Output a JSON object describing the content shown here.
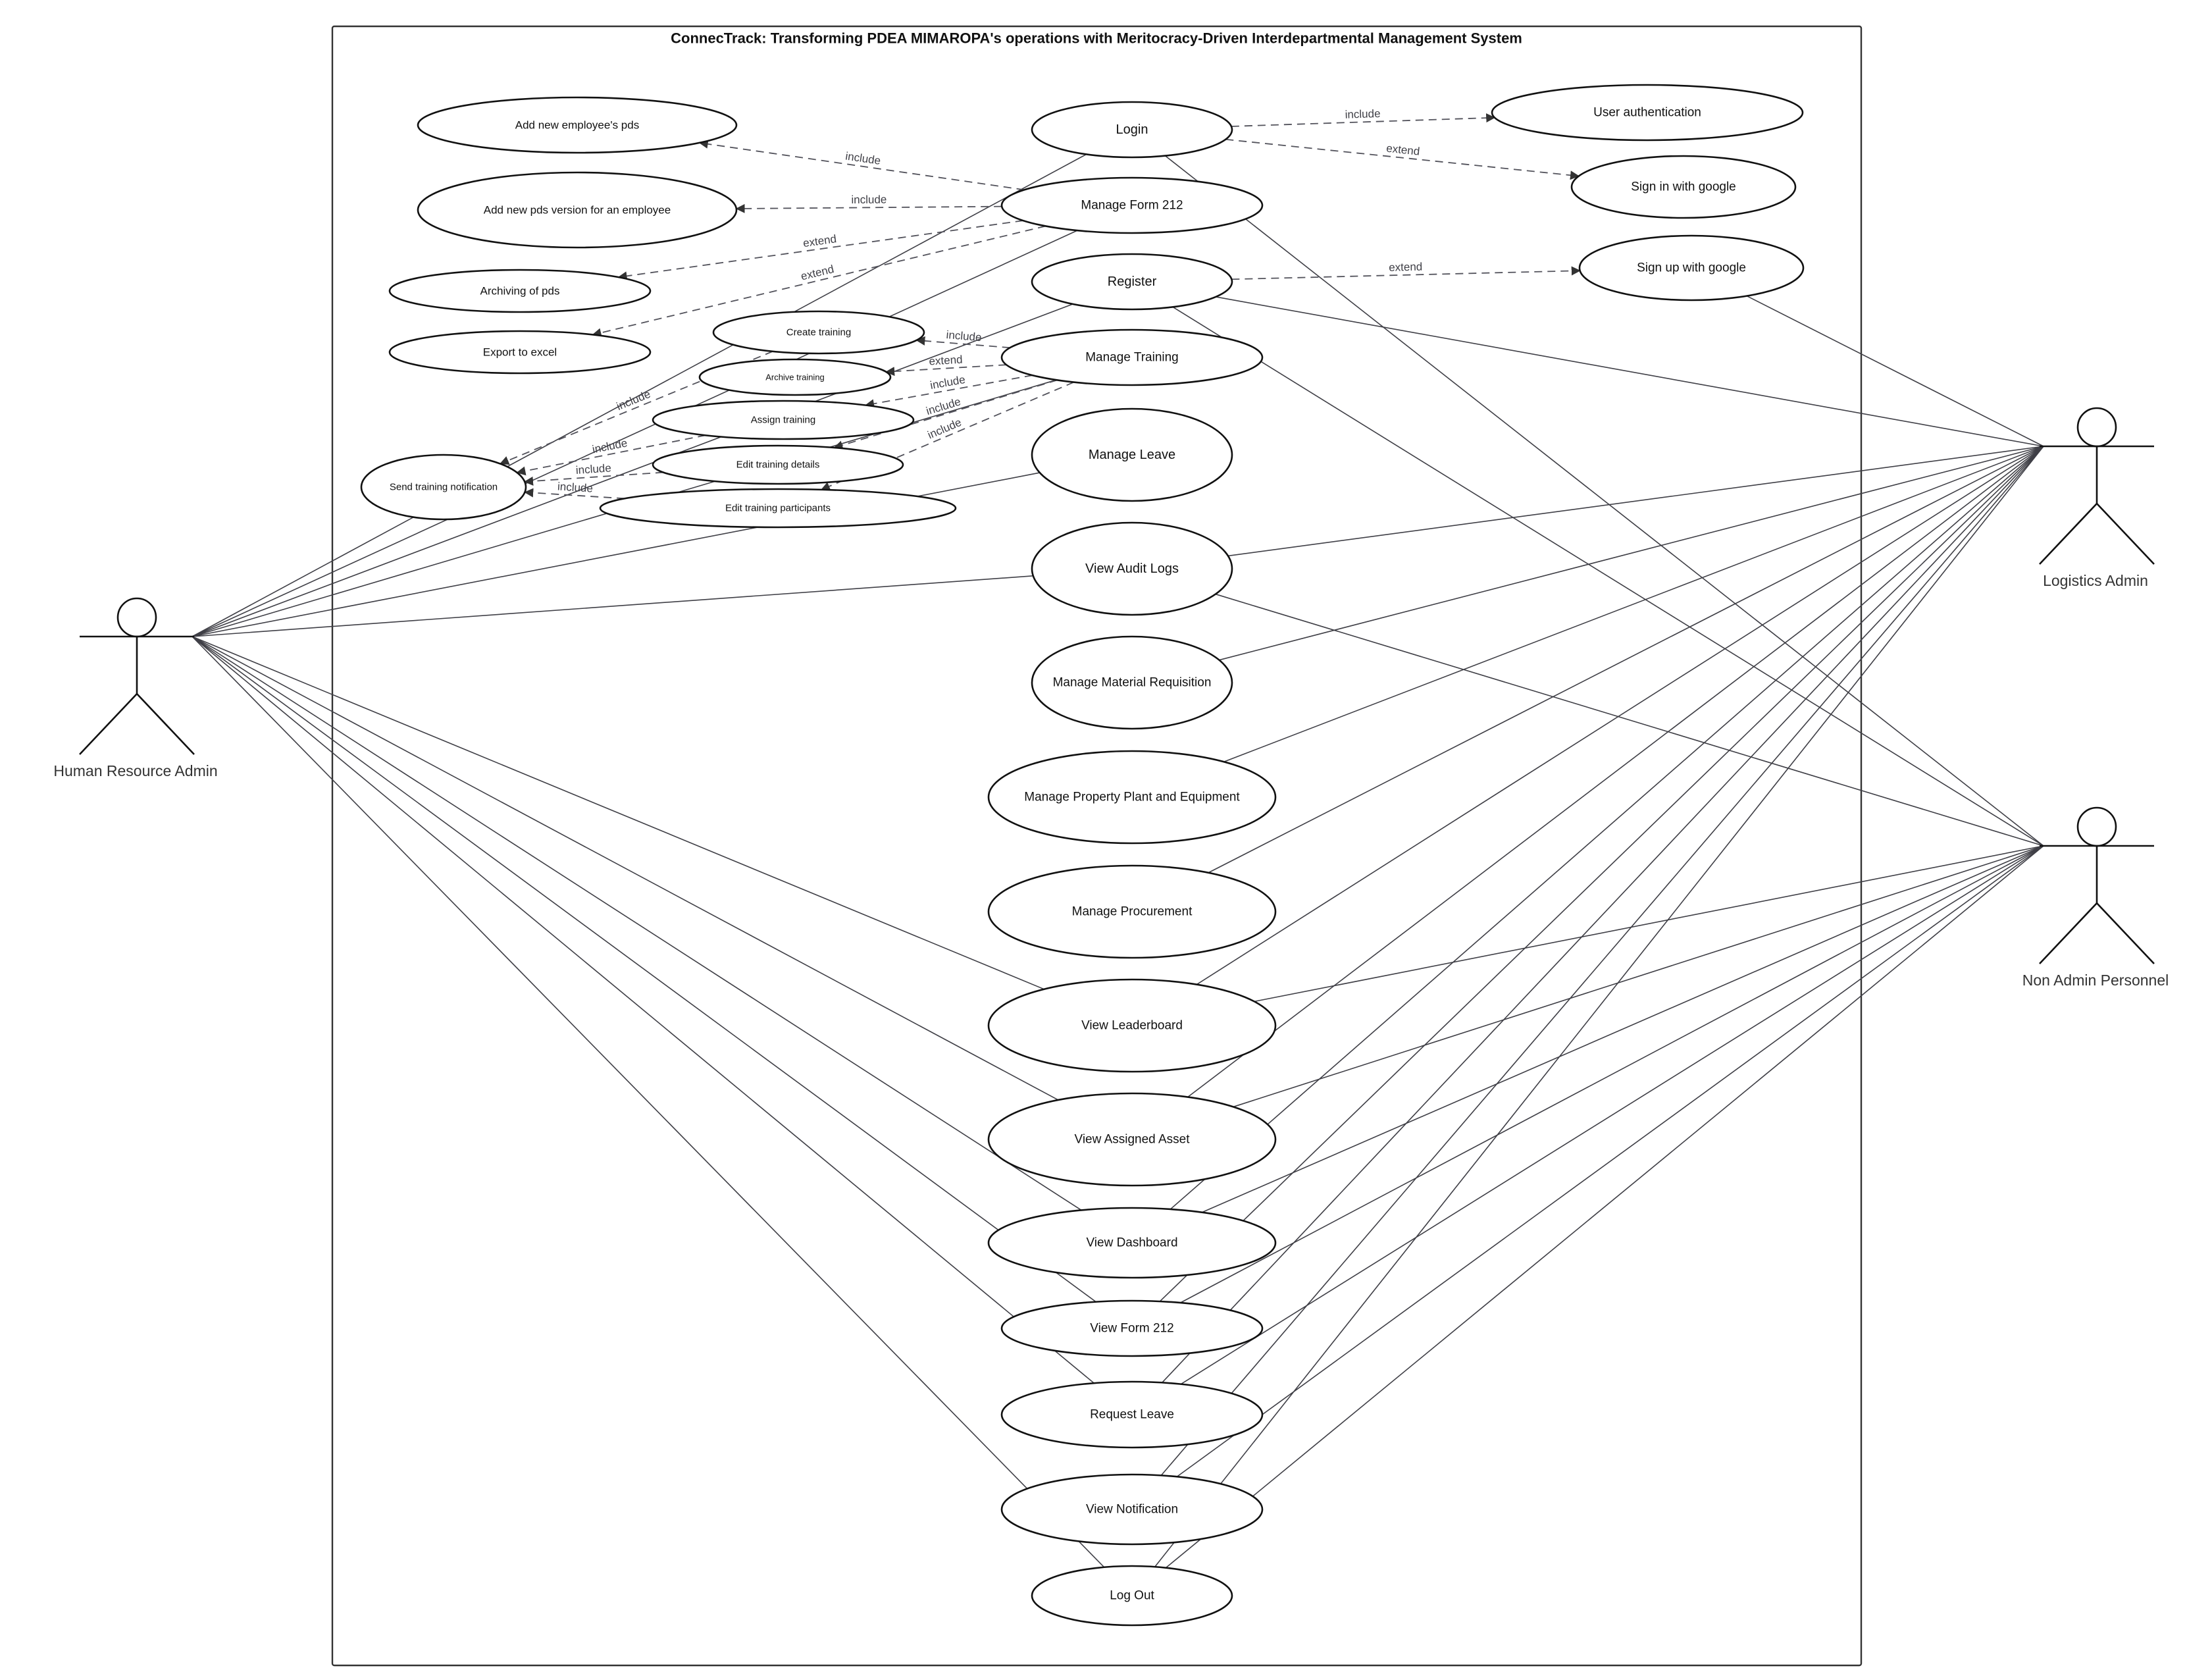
{
  "system": {
    "title": "ConnecTrack: Transforming PDEA MIMAROPA's operations with Meritocracy-Driven Interdepartmental Management System"
  },
  "actors": [
    {
      "id": "hr",
      "label": "Human Resource Admin"
    },
    {
      "id": "log",
      "label": "Logistics Admin"
    },
    {
      "id": "nap",
      "label": "Non Admin Personnel"
    }
  ],
  "use_cases": [
    {
      "id": "login",
      "label": "Login"
    },
    {
      "id": "mf212",
      "label": "Manage Form 212"
    },
    {
      "id": "register",
      "label": "Register"
    },
    {
      "id": "mtraining",
      "label": "Manage Training"
    },
    {
      "id": "mleave",
      "label": "Manage Leave"
    },
    {
      "id": "audit",
      "label": "View Audit Logs"
    },
    {
      "id": "mmr",
      "label": "Manage Material Requisition"
    },
    {
      "id": "mppe",
      "label": "Manage Property Plant and Equipment"
    },
    {
      "id": "mproc",
      "label": "Manage Procurement"
    },
    {
      "id": "leader",
      "label": "View Leaderboard"
    },
    {
      "id": "asset",
      "label": "View Assigned Asset"
    },
    {
      "id": "dash",
      "label": "View Dashboard"
    },
    {
      "id": "vf212",
      "label": "View Form 212"
    },
    {
      "id": "rleave",
      "label": "Request Leave"
    },
    {
      "id": "notif",
      "label": "View Notification"
    },
    {
      "id": "logout",
      "label": "Log Out"
    },
    {
      "id": "userauth",
      "label": "User authentication"
    },
    {
      "id": "signin",
      "label": "Sign in with google"
    },
    {
      "id": "signup",
      "label": "Sign up with google"
    },
    {
      "id": "addpds",
      "label": "Add new employee's pds"
    },
    {
      "id": "addver",
      "label": "Add new pds version for an employee"
    },
    {
      "id": "archpds",
      "label": "Archiving of pds"
    },
    {
      "id": "export",
      "label": "Export to excel"
    },
    {
      "id": "sendnotif",
      "label": "Send training notification"
    },
    {
      "id": "create",
      "label": "Create training"
    },
    {
      "id": "archtr",
      "label": "Archive training"
    },
    {
      "id": "assign",
      "label": "Assign training"
    },
    {
      "id": "editdet",
      "label": "Edit training details"
    },
    {
      "id": "editpart",
      "label": "Edit training participants"
    }
  ],
  "associations": [
    [
      "hr",
      "login"
    ],
    [
      "hr",
      "mf212"
    ],
    [
      "hr",
      "register"
    ],
    [
      "hr",
      "mtraining"
    ],
    [
      "hr",
      "mleave"
    ],
    [
      "hr",
      "audit"
    ],
    [
      "hr",
      "leader"
    ],
    [
      "hr",
      "asset"
    ],
    [
      "hr",
      "dash"
    ],
    [
      "hr",
      "vf212"
    ],
    [
      "hr",
      "rleave"
    ],
    [
      "hr",
      "logout"
    ],
    [
      "log",
      "register"
    ],
    [
      "log",
      "signup"
    ],
    [
      "log",
      "audit"
    ],
    [
      "log",
      "mmr"
    ],
    [
      "log",
      "mppe"
    ],
    [
      "log",
      "mproc"
    ],
    [
      "log",
      "leader"
    ],
    [
      "log",
      "asset"
    ],
    [
      "log",
      "dash"
    ],
    [
      "log",
      "vf212"
    ],
    [
      "log",
      "rleave"
    ],
    [
      "log",
      "notif"
    ],
    [
      "log",
      "logout"
    ],
    [
      "nap",
      "login"
    ],
    [
      "nap",
      "register"
    ],
    [
      "nap",
      "audit"
    ],
    [
      "nap",
      "leader"
    ],
    [
      "nap",
      "asset"
    ],
    [
      "nap",
      "dash"
    ],
    [
      "nap",
      "vf212"
    ],
    [
      "nap",
      "rleave"
    ],
    [
      "nap",
      "notif"
    ],
    [
      "nap",
      "logout"
    ]
  ],
  "dependencies": [
    {
      "from": "login",
      "to": "userauth",
      "label": "include"
    },
    {
      "from": "login",
      "to": "signin",
      "label": "extend"
    },
    {
      "from": "register",
      "to": "signup",
      "label": "extend"
    },
    {
      "from": "mf212",
      "to": "addpds",
      "label": "include"
    },
    {
      "from": "mf212",
      "to": "addver",
      "label": "include"
    },
    {
      "from": "mf212",
      "to": "archpds",
      "label": "extend"
    },
    {
      "from": "mf212",
      "to": "export",
      "label": "extend"
    },
    {
      "from": "mtraining",
      "to": "create",
      "label": "include"
    },
    {
      "from": "mtraining",
      "to": "archtr",
      "label": "extend"
    },
    {
      "from": "mtraining",
      "to": "assign",
      "label": "include"
    },
    {
      "from": "mtraining",
      "to": "editdet",
      "label": "include"
    },
    {
      "from": "mtraining",
      "to": "editpart",
      "label": "include"
    },
    {
      "from": "create",
      "to": "sendnotif",
      "label": "include"
    },
    {
      "from": "assign",
      "to": "sendnotif",
      "label": "include"
    },
    {
      "from": "editdet",
      "to": "sendnotif",
      "label": "include"
    },
    {
      "from": "editpart",
      "to": "sendnotif",
      "label": "include"
    }
  ]
}
